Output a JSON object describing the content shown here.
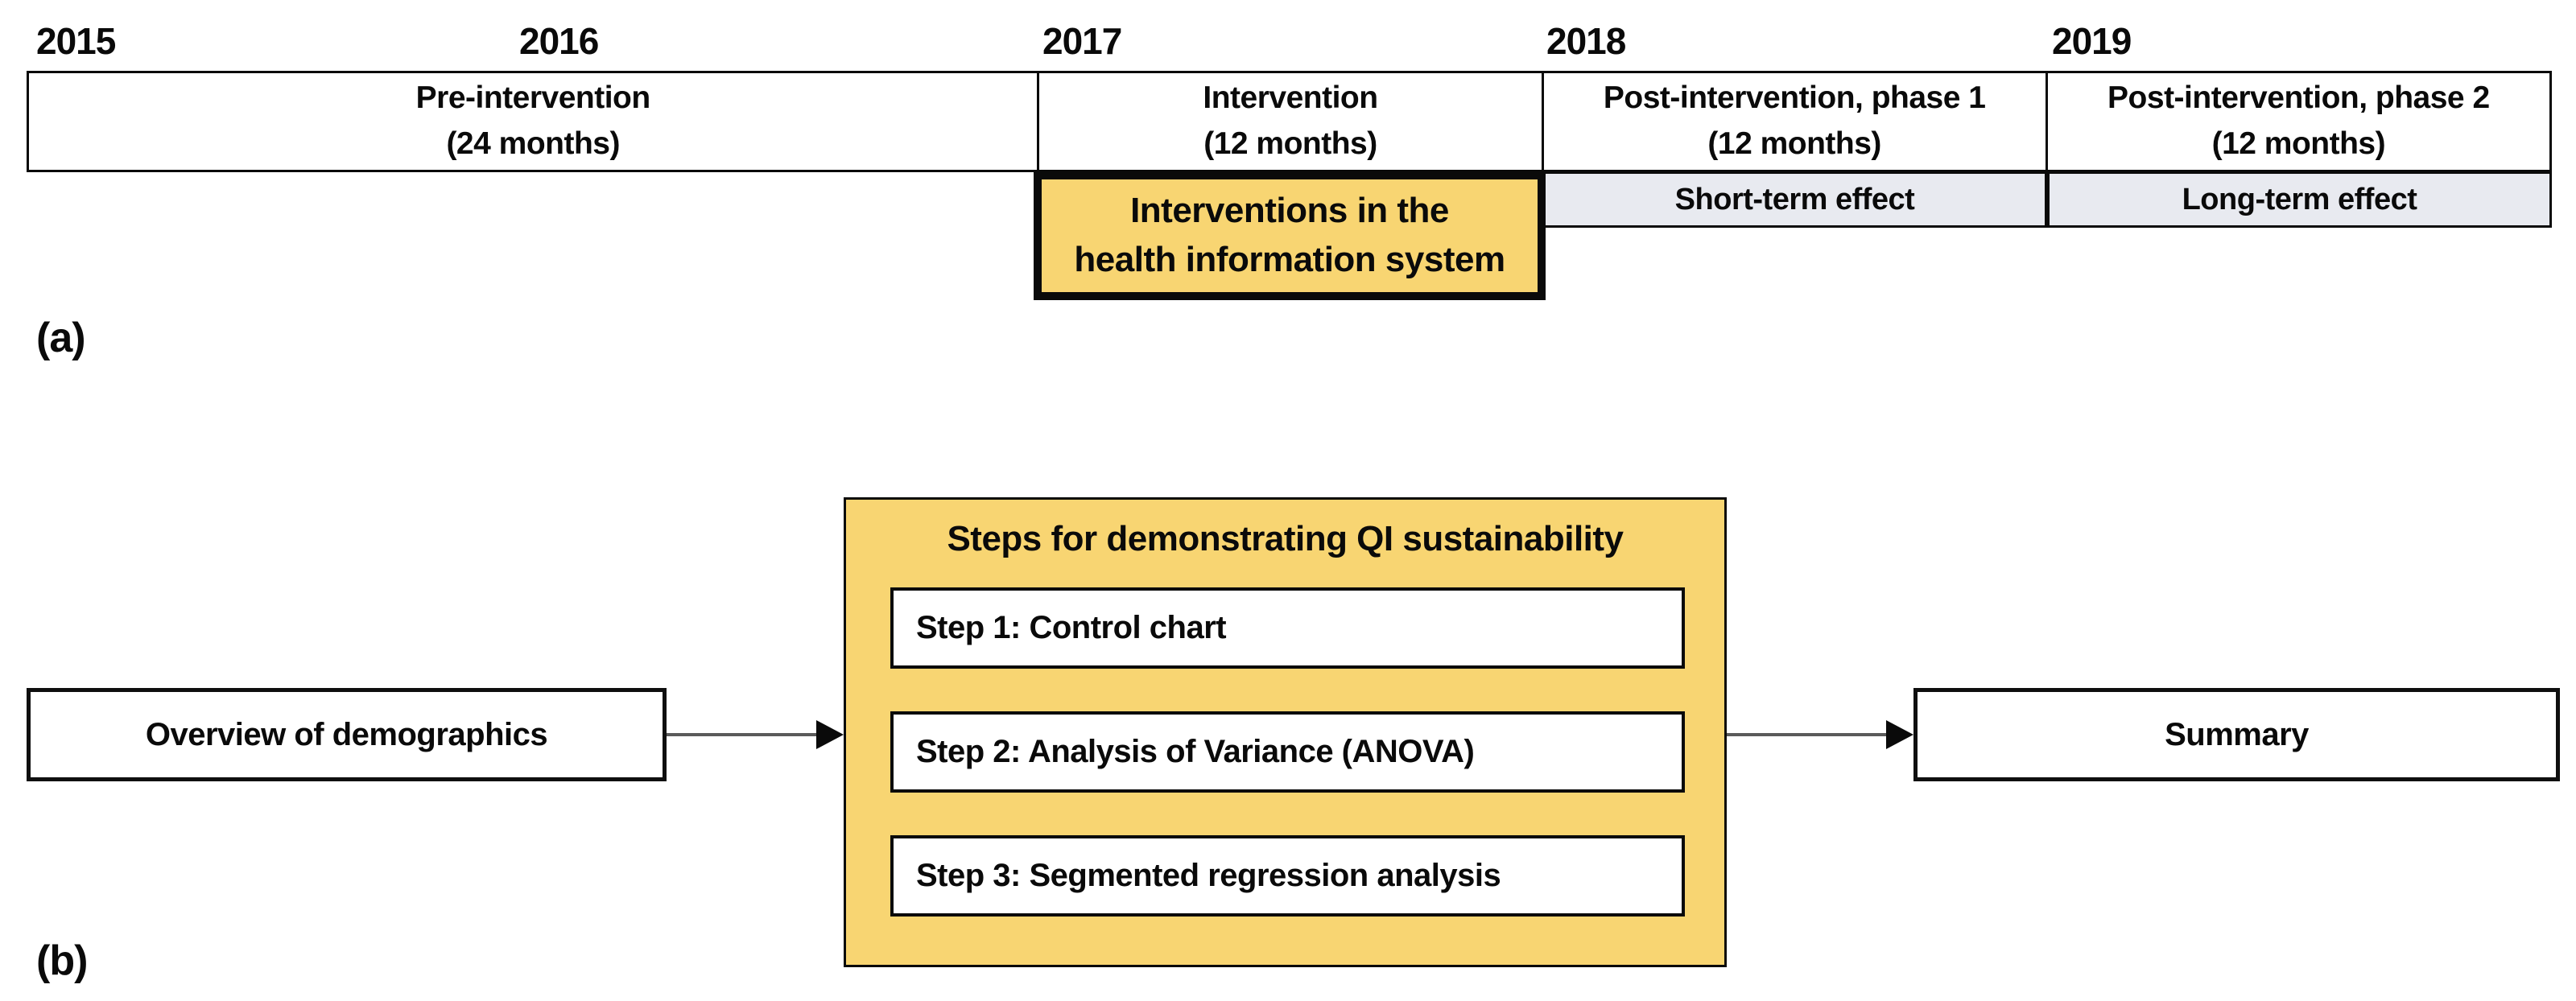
{
  "figure": {
    "panel_a": {
      "label": "(a)",
      "years": [
        "2015",
        "2016",
        "2017",
        "2018",
        "2019"
      ],
      "phases": [
        {
          "title": "Pre-intervention",
          "duration": "(24 months)"
        },
        {
          "title": "Intervention",
          "duration": "(12 months)"
        },
        {
          "title": "Post-intervention, phase 1",
          "duration": "(12 months)"
        },
        {
          "title": "Post-intervention, phase 2",
          "duration": "(12 months)"
        }
      ],
      "intervention_callout": {
        "line1": "Interventions in the",
        "line2": "health information system"
      },
      "effects": {
        "short_term": "Short-term effect",
        "long_term": "Long-term effect"
      }
    },
    "panel_b": {
      "label": "(b)",
      "start_box": "Overview of demographics",
      "steps_panel": {
        "title": "Steps for demonstrating QI sustainability",
        "steps": [
          "Step 1: Control chart",
          "Step 2: Analysis of Variance (ANOVA)",
          "Step 3: Segmented regression analysis"
        ]
      },
      "end_box": "Summary"
    },
    "colors": {
      "highlight_yellow": "#f8d572",
      "effect_gray": "#e8eaf0",
      "border_black": "#0a0a0a",
      "arrow_gray": "#5a5a5a"
    }
  }
}
